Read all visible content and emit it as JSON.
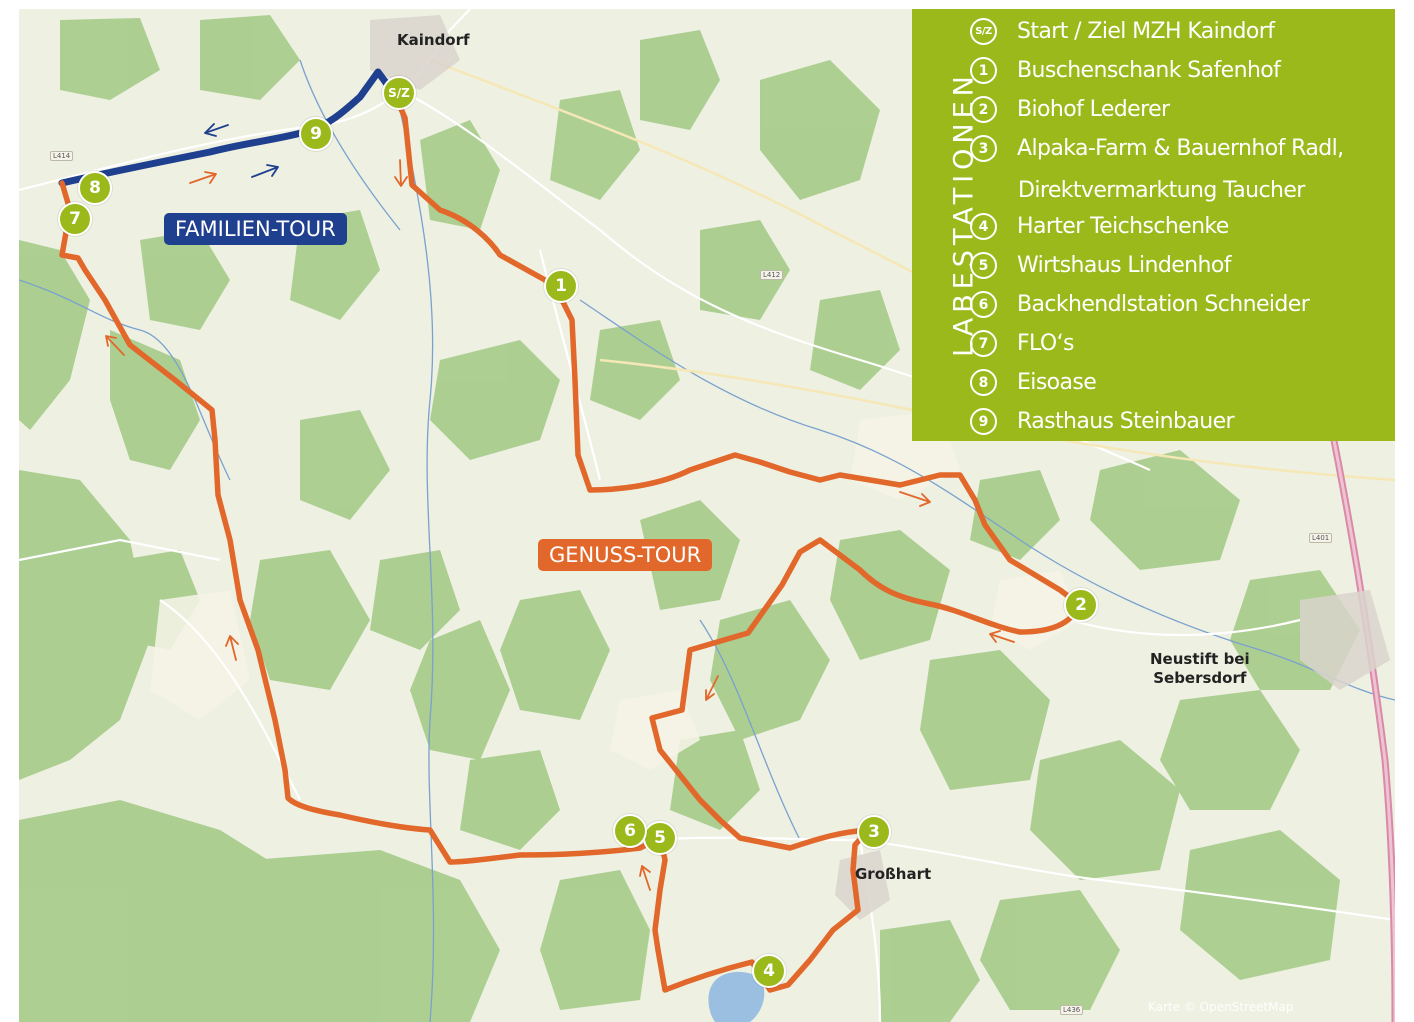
{
  "places": {
    "kaindorf": "Kaindorf",
    "grosshart": "Großhart",
    "neustift": "Neustift bei\nSebersdorf"
  },
  "tours": {
    "family": {
      "label": "FAMILIEN-TOUR",
      "color": "#1f3f8f"
    },
    "genuss": {
      "label": "GENUSS-TOUR",
      "color": "#e2672a"
    }
  },
  "markers": [
    {
      "id": "sz",
      "label": "S/Z"
    },
    {
      "id": "1",
      "label": "1"
    },
    {
      "id": "2",
      "label": "2"
    },
    {
      "id": "3",
      "label": "3"
    },
    {
      "id": "4",
      "label": "4"
    },
    {
      "id": "5",
      "label": "5"
    },
    {
      "id": "6",
      "label": "6"
    },
    {
      "id": "7",
      "label": "7"
    },
    {
      "id": "8",
      "label": "8"
    },
    {
      "id": "9",
      "label": "9"
    }
  ],
  "legend": {
    "title": "LABESTATIONEN",
    "items": [
      {
        "num": "S/Z",
        "text": "Start / Ziel MZH Kaindorf"
      },
      {
        "num": "1",
        "text": "Buschenschank Safenhof"
      },
      {
        "num": "2",
        "text": "Biohof Lederer"
      },
      {
        "num": "3",
        "text": "Alpaka-Farm & Bauernhof Radl,"
      },
      {
        "num": "4",
        "text": "Harter Teichschenke"
      },
      {
        "num": "5",
        "text": "Wirtshaus Lindenhof"
      },
      {
        "num": "6",
        "text": "Backhendlstation Schneider"
      },
      {
        "num": "7",
        "text": "FLO‘s"
      },
      {
        "num": "8",
        "text": "Eisoase"
      },
      {
        "num": "9",
        "text": "Rasthaus Steinbauer"
      }
    ],
    "continuation": "Direktvermarktung Taucher",
    "color": "#9cb91c"
  },
  "attribution": "Karte © OpenStreetMap",
  "colors": {
    "marker": "#9cb91c",
    "forest": "#a8cc8c",
    "meadow": "#eef0e2",
    "river": "#6f97c9",
    "railway": "#cf8aa2"
  }
}
